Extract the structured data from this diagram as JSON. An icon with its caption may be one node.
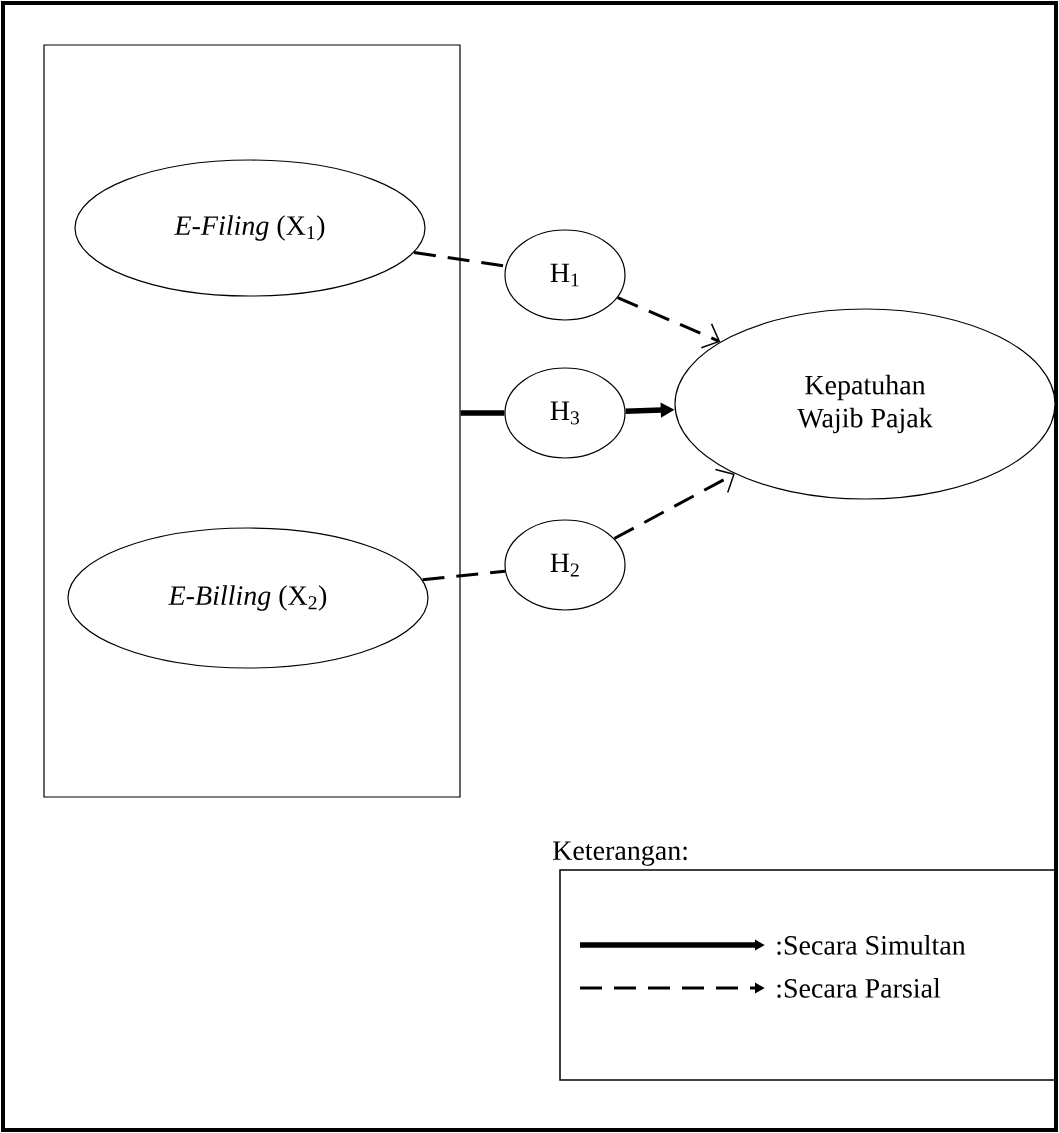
{
  "diagram": {
    "nodes": [
      {
        "text": [],
        "shape": "box"
      },
      {
        "text": [
          "*E-Filing* (X$_{1}$)"
        ],
        "in": 0
      },
      {
        "text": [
          "*E-Billing* (X$_{2}$)"
        ],
        "in": 0
      },
      {
        "text": [
          "H$_{1}$"
        ]
      },
      {
        "text": [
          "H$_{3}$"
        ]
      },
      {
        "text": [
          "H$_{2}$"
        ]
      },
      {
        "text": [
          "Kepatuhan Wajib Pajak"
        ]
      }
    ],
    "edges": [
      {
        "from": 1,
        "to": 3,
        "arrow": "none",
        "style": "dashed"
      },
      {
        "from": 3,
        "to": 6,
        "arrow": "to",
        "style": "dashed"
      },
      {
        "from": 0,
        "to": 4,
        "arrow": "none",
        "style": "thick"
      },
      {
        "from": 4,
        "to": 6,
        "arrow": "to",
        "style": "thick"
      },
      {
        "from": 2,
        "to": 5,
        "arrow": "none",
        "style": "dashed"
      },
      {
        "from": 5,
        "to": 6,
        "arrow": "to",
        "style": "dashed"
      }
    ],
    "labels": [
      "Keterangan:"
    ],
    "legend": [
      {
        "text": ":Secara Simultan"
      },
      {
        "text": ":Secara Parsial"
      }
    ]
  }
}
